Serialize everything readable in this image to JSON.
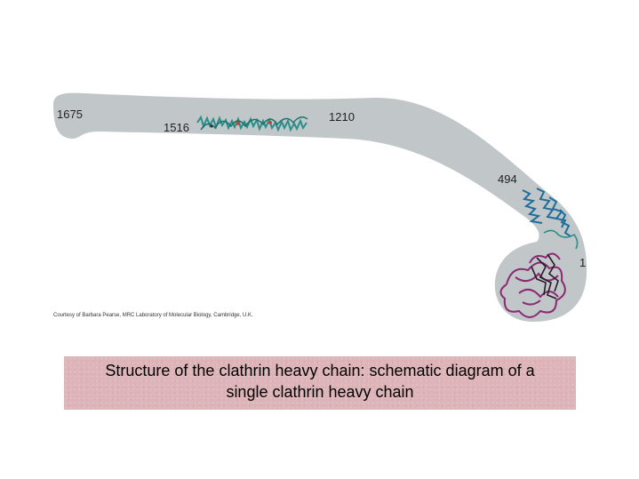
{
  "diagram": {
    "labels": {
      "residue_1675": "1675",
      "residue_1516": "1516",
      "residue_1210": "1210",
      "residue_494": "494",
      "residue_1": "1"
    },
    "colors": {
      "outline": "#c1c6c9",
      "helix_teal": "#2a8f8a",
      "helix_blue": "#1f6e9c",
      "domain_purple": "#8b2a72",
      "domain_dark": "#2a1a2a"
    }
  },
  "credit": "Courtesy of Barbara Pearse, MRC Laboratory of Molecular Biology, Cambridge, U.K.",
  "caption": {
    "line1": "Structure of the clathrin heavy chain:  schematic diagram of a",
    "line2": "single clathrin heavy chain"
  }
}
